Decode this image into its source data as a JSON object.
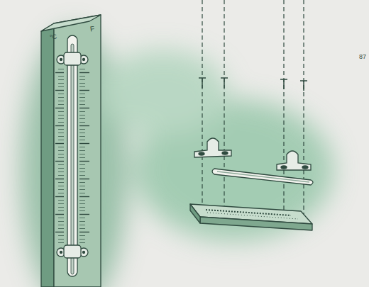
{
  "diagram": {
    "labels": [
      "°C",
      "F",
      "87"
    ]
  }
}
